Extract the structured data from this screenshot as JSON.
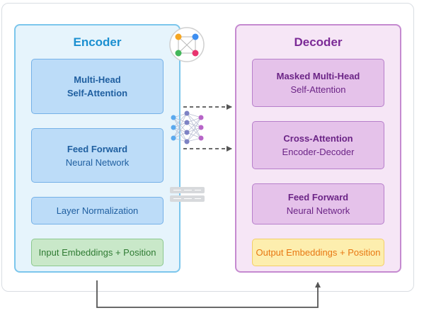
{
  "encoder": {
    "title": "Encoder",
    "blocks": [
      {
        "line1": "Multi-Head",
        "line2": "Self-Attention"
      },
      {
        "line1": "Feed Forward",
        "line2": "Neural Network"
      },
      {
        "label": "Layer Normalization"
      },
      {
        "label": "Input Embeddings + Position"
      }
    ]
  },
  "decoder": {
    "title": "Decoder",
    "blocks": [
      {
        "line1": "Masked Multi-Head",
        "line2": "Self-Attention"
      },
      {
        "line1": "Cross-Attention",
        "line2": "Encoder-Decoder"
      },
      {
        "line1": "Feed Forward",
        "line2": "Neural Network"
      },
      {
        "label": "Output Embeddings + Position"
      }
    ]
  },
  "colors": {
    "encoder_accent": "#1b8fd0",
    "decoder_accent": "#7b2a96",
    "input_embed": "#c9e8c9",
    "output_embed": "#fdeeae"
  },
  "icons": [
    "network-graph-icon",
    "neural-network-icon",
    "stacked-layers-icon"
  ]
}
